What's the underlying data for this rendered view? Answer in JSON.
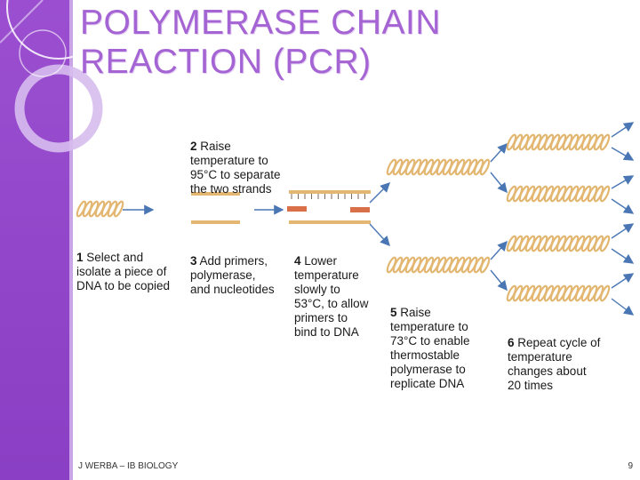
{
  "title": {
    "line1": "POLYMERASE CHAIN",
    "line2": "REACTION (PCR)"
  },
  "steps": [
    {
      "num": "1",
      "text": "Select and\nisolate a piece of\nDNA to be copied"
    },
    {
      "num": "2",
      "text": "Raise\ntemperature to\n95°C to separate\nthe two strands"
    },
    {
      "num": "3",
      "text": "Add primers,\npolymerase,\nand nucleotides"
    },
    {
      "num": "4",
      "text": "Lower\ntemperature\nslowly to\n53°C, to allow\nprimers to\nbind to DNA"
    },
    {
      "num": "5",
      "text": "Raise\ntemperature to\n73°C to enable\nthermostable\npolymerase to\nreplicate DNA"
    },
    {
      "num": "6",
      "text": "Repeat cycle of\ntemperature\nchanges about\n20 times"
    }
  ],
  "footer": {
    "left": "J WERBA – IB BIOLOGY",
    "page": "9"
  },
  "colors": {
    "accent": "#9b4fd0",
    "title": "#a564d3",
    "dna": "#e3b772",
    "arrow": "#4a77b4",
    "primer": "#d9704a"
  }
}
